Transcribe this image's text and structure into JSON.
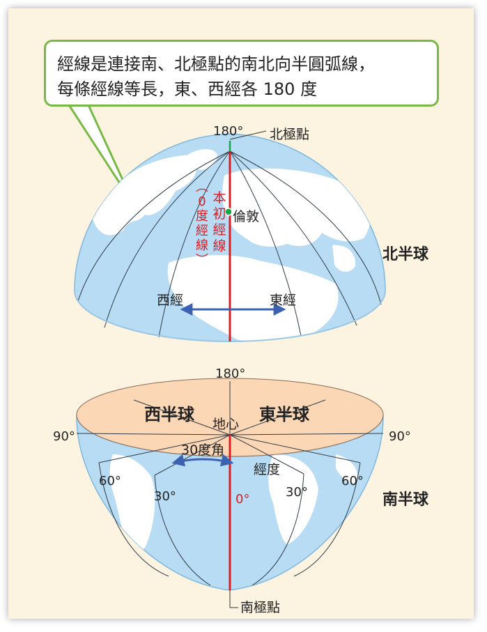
{
  "bubble": {
    "line1": "經線是連接南、北極點的南北向半圓弧線，",
    "line2": "每條經線等長，東、西經各 180 度"
  },
  "north": {
    "deg_180": "180°",
    "north_pole": "北極點",
    "prime_meridian_title": "本初經線",
    "prime_meridian_note": "(0度經線)",
    "london": "倫敦",
    "west_longitude": "西經",
    "east_longitude": "東經",
    "hemisphere": "北半球"
  },
  "south": {
    "deg_180": "180°",
    "western_hemisphere": "西半球",
    "eastern_hemisphere": "東半球",
    "earth_center": "地心",
    "deg_90_left": "90°",
    "deg_90_right": "90°",
    "angle_30": "30度角",
    "longitude": "經度",
    "deg_60_left": "60°",
    "deg_30_left": "30°",
    "deg_0": "0°",
    "deg_30_right": "30°",
    "deg_60_right": "60°",
    "hemisphere": "南半球",
    "south_pole": "南極點"
  },
  "colors": {
    "background": "#fdf3e1",
    "bubble_border": "#77b944",
    "ocean": "#b7dcf3",
    "land": "#ffffff",
    "prime_meridian": "#d71f26",
    "arrow": "#3a62b0",
    "equator_disk": "#fbd7b5",
    "london_dot": "#16a64a"
  }
}
